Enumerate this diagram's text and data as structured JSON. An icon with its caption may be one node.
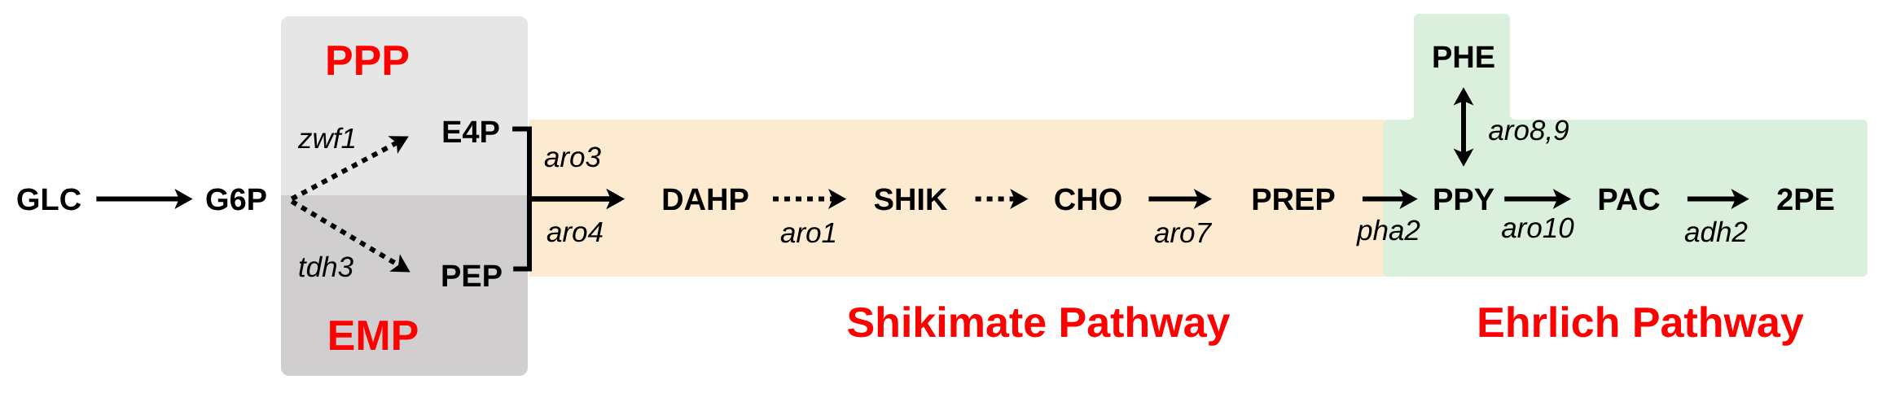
{
  "diagram": {
    "nodes": [
      {
        "text": [
          "GLC"
        ]
      },
      {
        "text": [
          "G6P"
        ]
      },
      {
        "text": [
          "PPP"
        ]
      },
      {
        "text": [
          "E4P"
        ],
        "in": 2
      },
      {
        "text": [
          "EMP"
        ]
      },
      {
        "text": [
          "PEP"
        ],
        "in": 4
      },
      {
        "text": [
          "Shikimate Pathway"
        ]
      },
      {
        "text": [
          "DAHP"
        ],
        "in": 6
      },
      {
        "text": [
          "SHIK"
        ],
        "in": 6
      },
      {
        "text": [
          "CHO"
        ],
        "in": 6
      },
      {
        "text": [
          "PREP"
        ],
        "in": 6
      },
      {
        "text": [
          "Ehrlich Pathway"
        ]
      },
      {
        "text": [
          "PHE"
        ],
        "in": 11
      },
      {
        "text": [
          "PPY"
        ],
        "in": 11
      },
      {
        "text": [
          "PAC"
        ],
        "in": 11
      },
      {
        "text": [
          "2PE"
        ],
        "in": 11
      }
    ],
    "edges": [
      {
        "from": 0,
        "to": 1,
        "arrow": "to"
      },
      {
        "from": 1,
        "to": 3,
        "arrow": "to",
        "label": "zwf1",
        "style": "dashed"
      },
      {
        "from": 1,
        "to": 5,
        "arrow": "to",
        "label": "tdh3",
        "style": "dashed"
      },
      {
        "from": 3,
        "to": 7,
        "arrow": "to",
        "label": "aro3"
      },
      {
        "from": 5,
        "to": 7,
        "arrow": "to",
        "label": "aro4"
      },
      {
        "from": 7,
        "to": 8,
        "arrow": "to",
        "label": "aro1",
        "style": "dashed"
      },
      {
        "from": 8,
        "to": 9,
        "arrow": "to",
        "style": "dashed"
      },
      {
        "from": 9,
        "to": 10,
        "arrow": "to",
        "label": "aro7"
      },
      {
        "from": 10,
        "to": 13,
        "arrow": "to",
        "label": "pha2"
      },
      {
        "from": 12,
        "to": 13,
        "arrow": "both",
        "label": "aro8,9"
      },
      {
        "from": 13,
        "to": 14,
        "arrow": "to",
        "label": "aro10"
      },
      {
        "from": 14,
        "to": 15,
        "arrow": "to",
        "label": "adh2"
      }
    ]
  }
}
